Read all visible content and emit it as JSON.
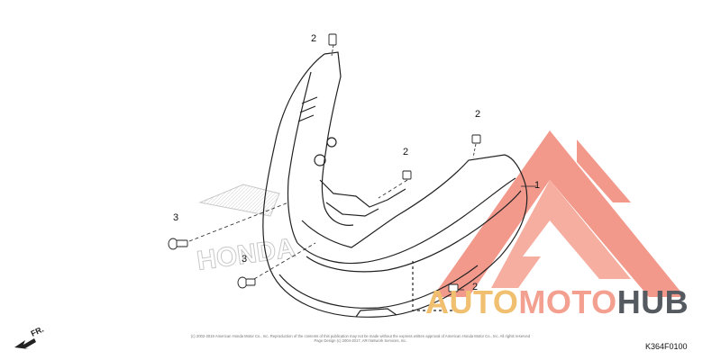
{
  "callouts": {
    "c1": "1",
    "c2a": "2",
    "c2b": "2",
    "c2c": "2",
    "c2d": "2",
    "c3a": "3",
    "c3b": "3"
  },
  "watermark": {
    "part1": "AUTO",
    "part2": "MOTO",
    "part3": "HUB",
    "colors": {
      "part1": "#f0c070",
      "part2": "#f4a090",
      "part3": "#555a60",
      "logo": "#f08878"
    }
  },
  "direction_label": "FR.",
  "copyright": {
    "line1": "(c) 2002-2019 American Honda Motor Co., Inc. Reproduction of the contents of this publication may not be made without the express written approval of American Honda Motor Co., Inc. All rights reserved",
    "line2": "Page Design (c) 2004-2017, ARI Network Services, Inc."
  },
  "figure_code": "K364F0100"
}
